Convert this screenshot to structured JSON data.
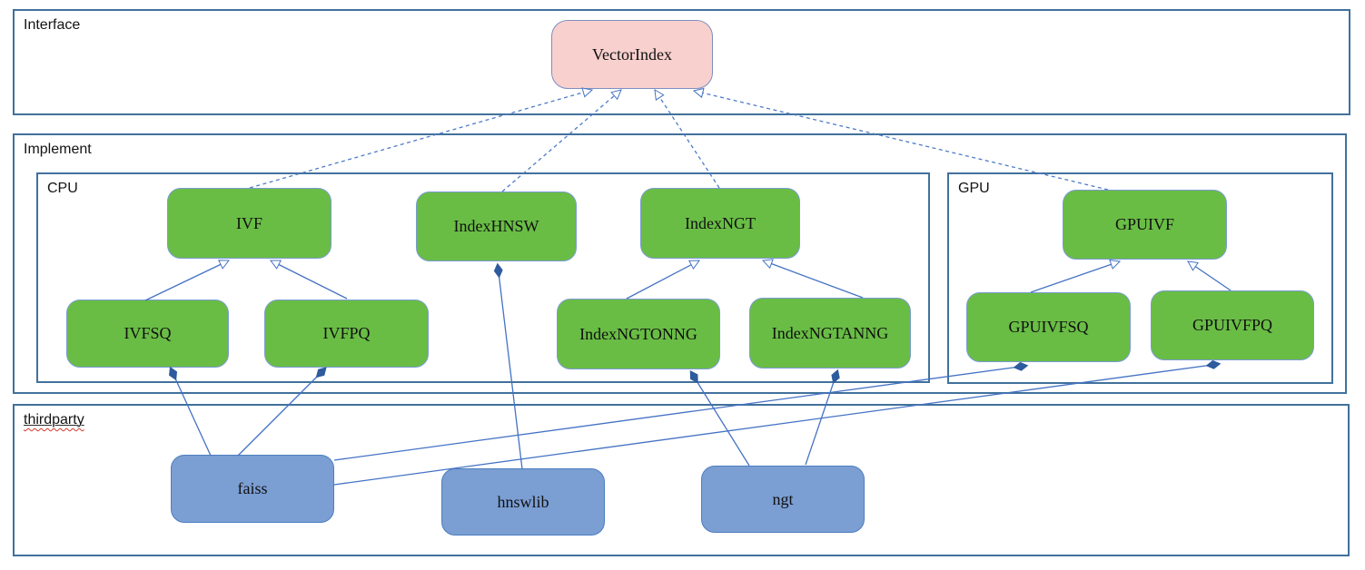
{
  "diagram": {
    "containers": {
      "interface": {
        "label": "Interface"
      },
      "implement": {
        "label": "Implement"
      },
      "cpu": {
        "label": "CPU"
      },
      "gpu": {
        "label": "GPU"
      },
      "thirdparty": {
        "label": "thirdparty"
      }
    },
    "nodes": {
      "vectorindex": {
        "label": "VectorIndex",
        "container": "interface",
        "kind": "interface"
      },
      "ivf": {
        "label": "IVF",
        "container": "cpu",
        "kind": "class"
      },
      "indexhnsw": {
        "label": "IndexHNSW",
        "container": "cpu",
        "kind": "class"
      },
      "indexngt": {
        "label": "IndexNGT",
        "container": "cpu",
        "kind": "class"
      },
      "ivfsq": {
        "label": "IVFSQ",
        "container": "cpu",
        "kind": "class"
      },
      "ivfpq": {
        "label": "IVFPQ",
        "container": "cpu",
        "kind": "class"
      },
      "indexngtonng": {
        "label": "IndexNGTONNG",
        "container": "cpu",
        "kind": "class"
      },
      "indexngtanng": {
        "label": "IndexNGTANNG",
        "container": "cpu",
        "kind": "class"
      },
      "gpuivf": {
        "label": "GPUIVF",
        "container": "gpu",
        "kind": "class"
      },
      "gpuivfsq": {
        "label": "GPUIVFSQ",
        "container": "gpu",
        "kind": "class"
      },
      "gpuivfpq": {
        "label": "GPUIVFPQ",
        "container": "gpu",
        "kind": "class"
      },
      "faiss": {
        "label": "faiss",
        "container": "thirdparty",
        "kind": "library"
      },
      "hnswlib": {
        "label": "hnswlib",
        "container": "thirdparty",
        "kind": "library"
      },
      "ngt": {
        "label": "ngt",
        "container": "thirdparty",
        "kind": "library"
      }
    },
    "edges": [
      {
        "from": "IVF",
        "to": "VectorIndex",
        "type": "realization (dashed, hollow arrow)"
      },
      {
        "from": "IndexHNSW",
        "to": "VectorIndex",
        "type": "realization (dashed, hollow arrow)"
      },
      {
        "from": "IndexNGT",
        "to": "VectorIndex",
        "type": "realization (dashed, hollow arrow)"
      },
      {
        "from": "GPUIVF",
        "to": "VectorIndex",
        "type": "realization (dashed, hollow arrow)"
      },
      {
        "from": "IVFSQ",
        "to": "IVF",
        "type": "generalization (solid, hollow arrow)"
      },
      {
        "from": "IVFPQ",
        "to": "IVF",
        "type": "generalization (solid, hollow arrow)"
      },
      {
        "from": "IndexNGTONNG",
        "to": "IndexNGT",
        "type": "generalization (solid, hollow arrow)"
      },
      {
        "from": "IndexNGTANNG",
        "to": "IndexNGT",
        "type": "generalization (solid, hollow arrow)"
      },
      {
        "from": "GPUIVFSQ",
        "to": "GPUIVF",
        "type": "generalization (solid, hollow arrow)"
      },
      {
        "from": "GPUIVFPQ",
        "to": "GPUIVF",
        "type": "generalization (solid, hollow arrow)"
      },
      {
        "from": "faiss",
        "to": "IVFSQ",
        "type": "composition (solid, filled diamond)"
      },
      {
        "from": "faiss",
        "to": "IVFPQ",
        "type": "composition (solid, filled diamond)"
      },
      {
        "from": "faiss",
        "to": "GPUIVFSQ",
        "type": "composition (solid, filled diamond)"
      },
      {
        "from": "faiss",
        "to": "GPUIVFPQ",
        "type": "composition (solid, filled diamond)"
      },
      {
        "from": "hnswlib",
        "to": "IndexHNSW",
        "type": "composition (solid, filled diamond)"
      },
      {
        "from": "ngt",
        "to": "IndexNGTONNG",
        "type": "composition (solid, filled diamond)"
      },
      {
        "from": "ngt",
        "to": "IndexNGTANNG",
        "type": "composition (solid, filled diamond)"
      }
    ],
    "colors": {
      "interface_fill": "#f8d0ce",
      "class_fill": "#69bd45",
      "library_fill": "#7b9ed3",
      "edge_line": "#4472c4",
      "diamond_fill": "#2e5b9e",
      "container_border": "#41719c",
      "spellcheck_underline": "#d03a2a"
    }
  }
}
